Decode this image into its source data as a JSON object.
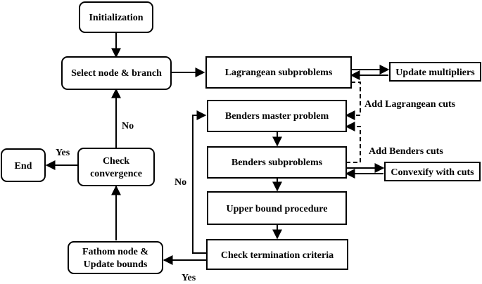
{
  "nodes": {
    "initialization": "Initialization",
    "select_node_branch": "Select node & branch",
    "lagrangean_subproblems": "Lagrangean subproblems",
    "update_multipliers": "Update multipliers",
    "benders_master_problem": "Benders master problem",
    "benders_subproblems": "Benders subproblems",
    "convexify_with_cuts": "Convexify with cuts",
    "upper_bound_procedure": "Upper bound procedure",
    "check_termination_criteria": "Check termination criteria",
    "fathom_node_line1": "Fathom node &",
    "fathom_node_line2": "Update bounds",
    "check_convergence_line1": "Check",
    "check_convergence_line2": "convergence",
    "end": "End"
  },
  "edge_labels": {
    "add_lagrangean_cuts": "Add Lagrangean cuts",
    "add_benders_cuts": "Add Benders cuts",
    "no_convergence": "No",
    "yes_convergence": "Yes",
    "no_termination": "No",
    "yes_termination": "Yes"
  }
}
